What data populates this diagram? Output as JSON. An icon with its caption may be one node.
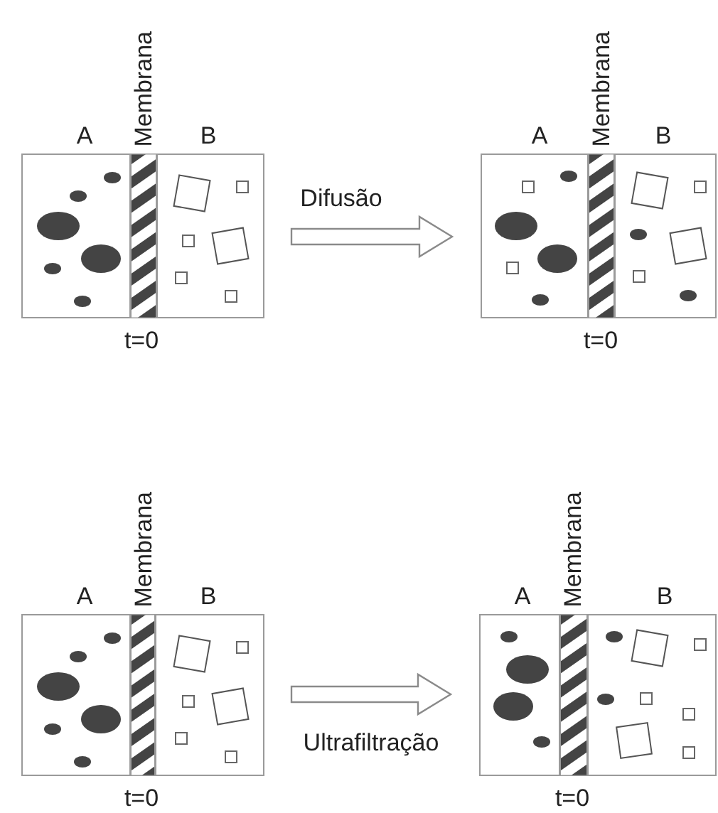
{
  "diagram": {
    "nodes": [
      {
        "text": [
          "A",
          "Membrana",
          "B"
        ],
        "beside": [
          "t=0"
        ]
      },
      {
        "text": [
          "A",
          "Membrana",
          "B"
        ],
        "beside": [
          "t=0"
        ]
      },
      {
        "text": [
          "A",
          "Membrana",
          "B"
        ],
        "beside": [
          "t=0"
        ]
      },
      {
        "text": [
          "A",
          "Membrana",
          "B"
        ],
        "beside": [
          "t=0"
        ]
      }
    ],
    "edges": [
      {
        "from": 0,
        "to": 1,
        "arrow": "to",
        "label": "Difusão"
      },
      {
        "from": 2,
        "to": 3,
        "arrow": "to",
        "label": "Ultrafiltração"
      }
    ]
  }
}
